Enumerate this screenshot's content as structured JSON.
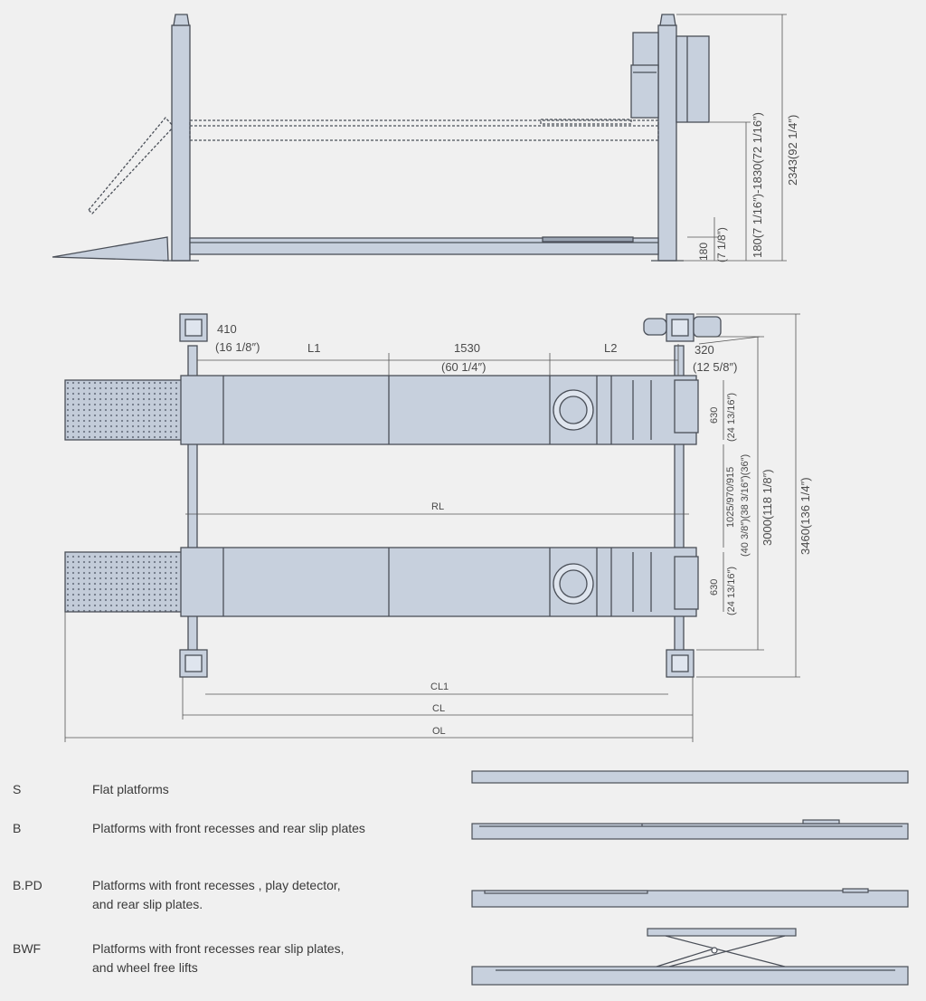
{
  "colors": {
    "background": "#f0f0f0",
    "steel": "#c7d0dd",
    "steel_dark": "#b6c1d0",
    "outline": "#4a4f58",
    "dimension": "#555555"
  },
  "side_view": {
    "overall_height": "2343(92 1/4″)",
    "lift_range": "180(7 1/16″)-1830(72 1/16″)",
    "low_height": "180",
    "low_height_in": "(7 1/8″)"
  },
  "top_view": {
    "offset_mm": "410",
    "offset_in": "(16 1/8″)",
    "l1": "L1",
    "mid_mm": "1530",
    "mid_in": "(60 1/4″)",
    "l2": "L2",
    "rear_mm": "320",
    "rear_in": "(12 5/8″)",
    "runway_width_mm": "630",
    "runway_width_in": "(24 13/16″)",
    "inner_gap_mm": "1025/970/915",
    "inner_gap_in": "(40 3/8″)(38 3/16″)(36″)",
    "outer_width": "3000(118 1/8″)",
    "total_width": "3460(136 1/4″)",
    "rl": "RL",
    "cl1": "CL1",
    "cl": "CL",
    "ol": "OL"
  },
  "variants": [
    {
      "code": "S",
      "lines": [
        "Flat platforms"
      ],
      "icon": "flat-platform-icon"
    },
    {
      "code": "B",
      "lines": [
        "Platforms with front recesses and rear slip plates"
      ],
      "icon": "recessed-platform-icon"
    },
    {
      "code": "B.PD",
      "lines": [
        "Platforms with front recesses , play detector,",
        "and rear slip plates."
      ],
      "icon": "play-detector-platform-icon"
    },
    {
      "code": "BWF",
      "lines": [
        "Platforms with front recesses rear slip plates,",
        "and wheel free lifts"
      ],
      "icon": "wheel-free-lift-platform-icon"
    }
  ]
}
